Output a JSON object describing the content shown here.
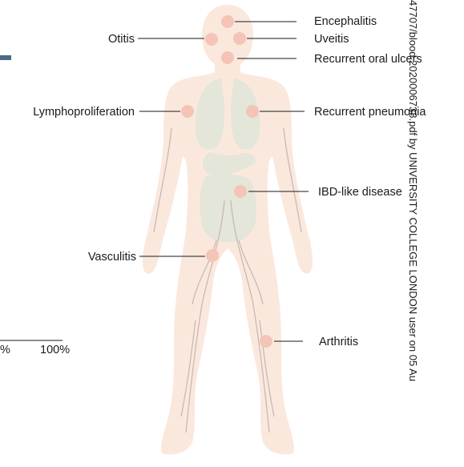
{
  "colors": {
    "body_fill": "#fbe8dd",
    "organ_fill": "#e3e6d8",
    "vessel_stroke": "#c9b8b4",
    "marker_fill": "#f4c4b7",
    "left_bar": "#4a6a86",
    "text": "#1a1a1a"
  },
  "sites": [
    {
      "id": "encephalitis",
      "label": "Encephalitis"
    },
    {
      "id": "uveitis",
      "label": "Uveitis"
    },
    {
      "id": "oral-ulcers",
      "label": "Recurrent oral ulcers"
    },
    {
      "id": "otitis",
      "label": "Otitis"
    },
    {
      "id": "lymphoproliferation",
      "label": "Lymphoproliferation"
    },
    {
      "id": "pneumonia",
      "label": "Recurrent pneumonia"
    },
    {
      "id": "ibd",
      "label": "IBD-like disease"
    },
    {
      "id": "vasculitis",
      "label": "Vasculitis"
    },
    {
      "id": "arthritis",
      "label": "Arthritis"
    }
  ],
  "left_axis": {
    "tick_partial": "%",
    "tick_100": "100%"
  },
  "watermark": "47707/blood.2020006738.pdf by UNIVERSITY COLLEGE LONDON user on 05 Au"
}
